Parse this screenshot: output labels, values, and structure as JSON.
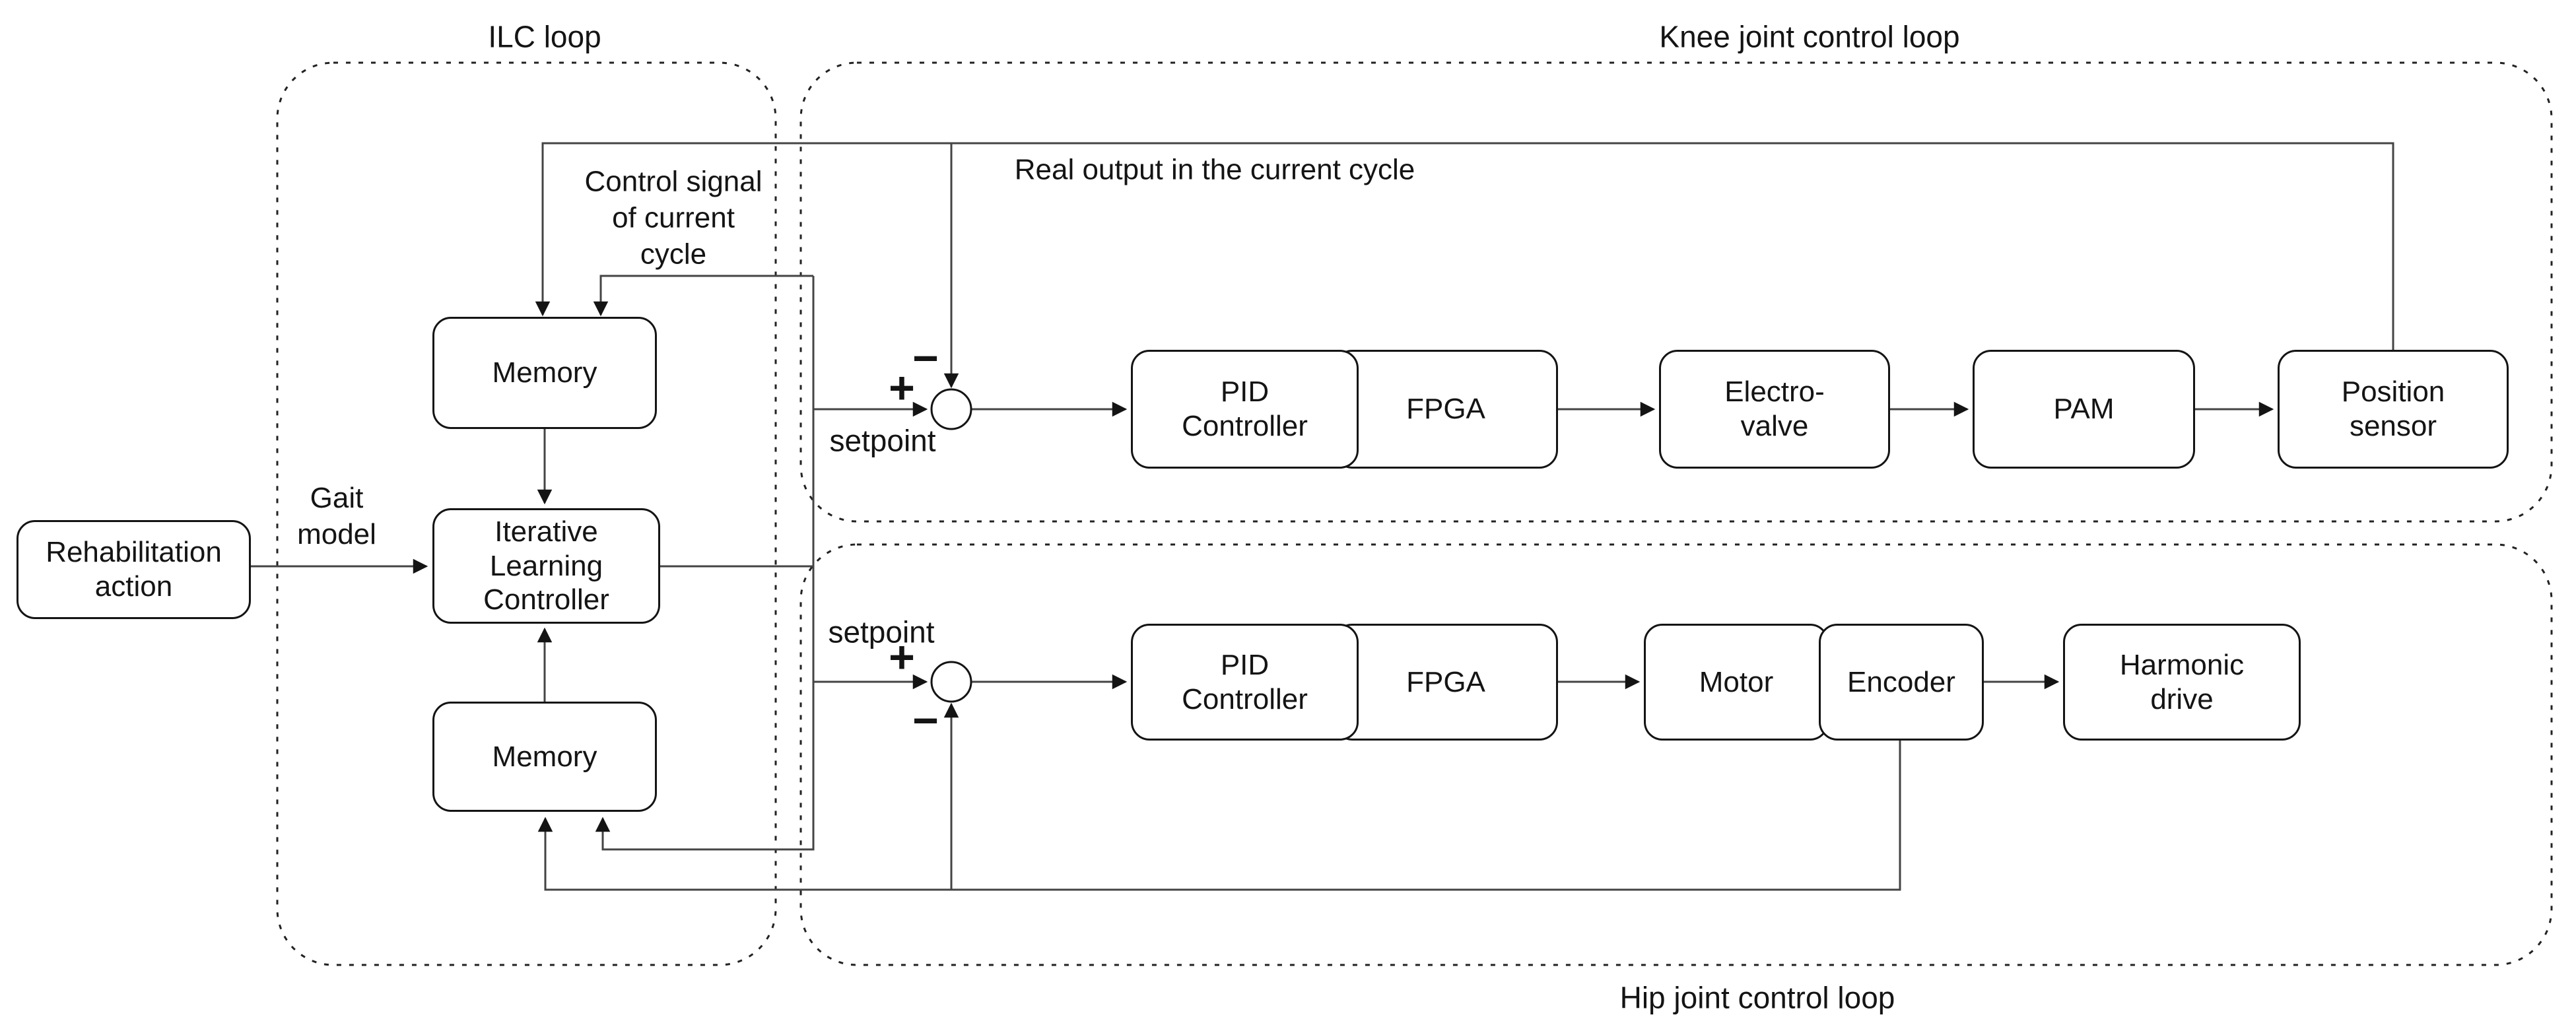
{
  "diagram": {
    "loops": {
      "ilc": {
        "label": "ILC loop"
      },
      "knee": {
        "label": "Knee joint control loop"
      },
      "hip": {
        "label": "Hip joint control loop"
      }
    },
    "blocks": {
      "rehabilitation": "Rehabilitation\naction",
      "memory_top": "Memory",
      "ilc_controller": "Iterative\nLearning\nController",
      "memory_bottom": "Memory",
      "knee_pid": "PID\nController",
      "knee_fpga": "FPGA",
      "electro_valve": "Electro-\nvalve",
      "pam": "PAM",
      "position_sensor": "Position\nsensor",
      "hip_pid": "PID\nController",
      "hip_fpga": "FPGA",
      "motor": "Motor",
      "encoder": "Encoder",
      "harmonic_drive": "Harmonic\ndrive"
    },
    "annotations": {
      "gait_model": "Gait\nmodel",
      "control_signal": "Control signal\nof current\ncycle",
      "real_output": "Real output in the current cycle",
      "setpoint_knee": "setpoint",
      "setpoint_hip": "setpoint",
      "plus_knee": "+",
      "minus_knee": "−",
      "plus_hip": "+",
      "minus_hip": "−"
    },
    "colors": {
      "background": "#ffffff",
      "connector": "#444444",
      "border": "#141414",
      "dashed": "#222222",
      "text": "#141414"
    }
  }
}
